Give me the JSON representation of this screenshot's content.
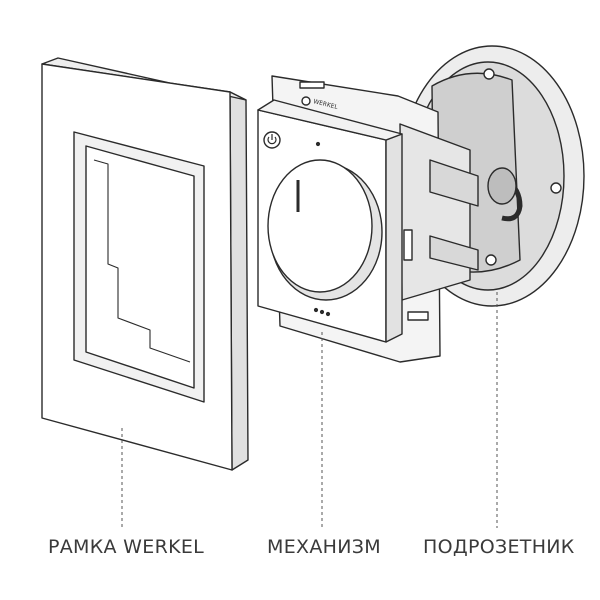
{
  "labels": {
    "frame": "РАМКА WERKEL",
    "mechanism": "МЕХАНИЗМ",
    "box": "ПОДРОЗЕТНИК"
  },
  "brand_marking": "WERKEL",
  "colors": {
    "outline": "#2b2b2b",
    "body": "#ffffff",
    "shade": "#e8e8e8",
    "deep_shade": "#cfcfcf",
    "leader": "#555555"
  },
  "icons": [
    "power-icon"
  ]
}
